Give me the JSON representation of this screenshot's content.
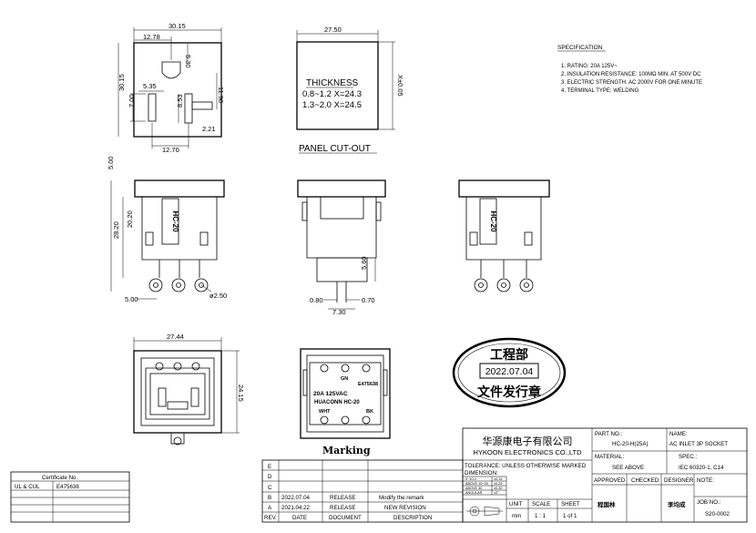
{
  "dims": {
    "top_width": "30.15",
    "left_offset": "12.78",
    "side_height": "30.15",
    "slot_w": "5.35",
    "slot_h": "7.00",
    "slot_gap": "8.53",
    "pin_right": "11.90",
    "pin_top": "5.30",
    "pin_off": "2.21",
    "bottom_pitch": "12.70",
    "panel_width": "27.50",
    "panel_height": "X±0.05",
    "front_top": "5.00",
    "front_height": "28.20",
    "front_inner": "20.20",
    "front_bottom": "5.00",
    "hole_dia": "ø2.50",
    "side_pin": "5.60",
    "pin_a": "0.80",
    "pin_b": "0.70",
    "pin_pitch": "7.30",
    "rear_width": "27.44",
    "rear_height": "24.15"
  },
  "thickness": {
    "title": "THICKNESS",
    "row1": "0.8~1.2  X=24.3",
    "row2": "1.3~2.0  X=24.5"
  },
  "panel_label": "PANEL CUT-OUT",
  "part_mark": "HC-20",
  "marking": {
    "title": "Marking",
    "gn": "GN",
    "code": "E475638",
    "rating": "20A  125VAC",
    "brand": "HUACONN HC-20",
    "wht": "WHT",
    "bk": "BK"
  },
  "specification": {
    "title": "SPECIFICATION",
    "items": [
      "1. RATING: 20A 125V~",
      "2. INSULATION RESISTANCE: 100MΩ MIN. AT 500V DC",
      "3. ELECTRIC STRENGTH: AC 2000V FOR ONE MINUTE",
      "4. TERMINAL TYPE: WELDING"
    ]
  },
  "stamp": {
    "top": "工程部",
    "date": "2022.07.04",
    "bottom": "文件发行章"
  },
  "certificate": {
    "title": "Certificate No.",
    "label": "UL & CUL",
    "value": "E475638"
  },
  "revisions": {
    "headers": [
      "REV.",
      "DATE",
      "DOCUMENT",
      "DESCRIPTION"
    ],
    "rows": [
      {
        "rev": "E",
        "date": "",
        "doc": "",
        "desc": ""
      },
      {
        "rev": "D",
        "date": "",
        "doc": "",
        "desc": ""
      },
      {
        "rev": "C",
        "date": "",
        "doc": "",
        "desc": ""
      },
      {
        "rev": "B",
        "date": "2022.07.04",
        "doc": "RELEASE",
        "desc": "Modify the remark"
      },
      {
        "rev": "A",
        "date": "2021.04.22",
        "doc": "RELEASE",
        "desc": "NEW REVISION"
      }
    ]
  },
  "titleblock": {
    "company_cn": "华源康电子有限公司",
    "company_en": "HYKOON ELECTRONICS CO.,LTD",
    "part_no_label": "PART NO.:",
    "part_no": "HC-20-H(25A)",
    "name_label": "NAME:",
    "name": "AC INLET 3P SOCKET",
    "material_label": "MATERIAL:",
    "material": "SEE ABOVE",
    "spec_label": "SPEC.:",
    "spec": "IEC 60320-1, C14",
    "tolerance": "TOLERANCE: UNLESS OTHERWISE MARKED",
    "dimension": "DIMENSION:",
    "tol_rows": [
      {
        "k": "0~10.0",
        "v": "±0.15"
      },
      {
        "k": "ABOVE 10~30",
        "v": "±0.25"
      },
      {
        "k": "ABOVE 30",
        "v": "±0.30"
      },
      {
        "k": "ANGULAR",
        "v": "±2°"
      }
    ],
    "approved": "APPROVED",
    "checked": "CHECKED",
    "designer": "DESIGNER",
    "note": "NOTE:",
    "approved_name": "程国林",
    "designer_name": "李均成",
    "unit_label": "UNIT",
    "unit": "mm",
    "scale_label": "SCALE",
    "scale": "1 : 1",
    "sheet_label": "SHEET",
    "sheet": "1 of 1",
    "job_label": "JOB NO.:",
    "job": "S20-0002"
  }
}
